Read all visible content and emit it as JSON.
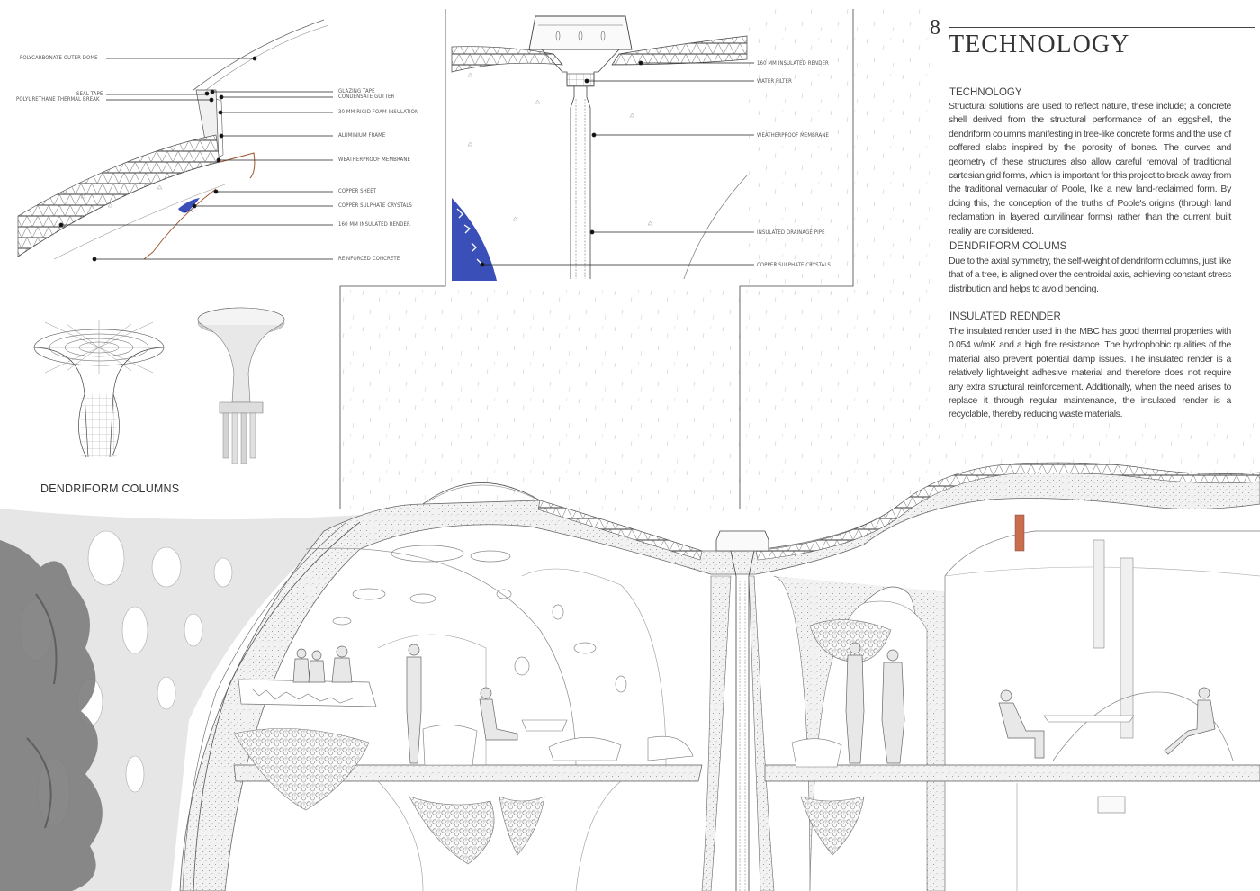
{
  "page": {
    "number": "8",
    "title": "TECHNOLOGY"
  },
  "sections": [
    {
      "heading": "TECHNOLOGY",
      "body": "Structural solutions are used to reflect nature, these include; a concrete shell derived from the structural performance of an eggshell, the dendriform columns manifesting in tree-like concrete forms and the use of coffered slabs inspired by the porosity of bones. The curves and geometry of these structures also allow careful removal of traditional cartesian grid forms, which is important for this project to break away from the traditional vernacular of Poole, like a new land-reclaimed form. By doing this, the conception of the truths of Poole's origins (through land reclamation in layered curvilinear forms) rather than the current built reality are considered."
    },
    {
      "heading": "DENDRIFORM COLUMS",
      "body": "Due to the axial symmetry, the self-weight of dendriform columns, just like that of a tree, is aligned over the centroidal axis, achieving constant stress distribution and helps to avoid bending."
    },
    {
      "heading": "INSULATED REDNDER",
      "body": "The insulated render used in the MBC has good thermal properties with 0.054 w/mK and a high fire resistance. The hydrophobic qualities of the material also prevent potential damp issues. The insulated render is a relatively lightweight adhesive material and therefore does not require any extra structural reinforcement. Additionally, when the need arises to replace it through regular maintenance, the insulated render is a recyclable, thereby reducing waste materials."
    }
  ],
  "dome_detail": {
    "labels": {
      "polycarbonate": "POLYCARBONATE OUTER DOME",
      "seal_tape": "SEAL TAPE",
      "thermal_break": "POLYURETHANE THERMAL BREAK",
      "glazing_tape": "GLAZING TAPE",
      "gutter": "CONDENSATE GUTTER",
      "foam": "30 MM RIGID FOAM INSULATION",
      "aluminium": "ALUMINIUM FRAME",
      "membrane": "WEATHERPROOF MEMBRANE",
      "copper": "COPPER SHEET",
      "crystals": "COPPER SULPHATE CRYSTALS",
      "render": "160  MM INSULATED RENDER",
      "concrete": "REINFORCED CONCRETE"
    }
  },
  "column_detail": {
    "labels": {
      "render": "160 MM INSULATED RENDER",
      "filter": "WATER FILTER",
      "membrane": "WEATHERPROOF MEMBRANE",
      "drainage": "INSULATED DRAINAGE PIPE",
      "crystals": "COPPER SULPHATE CRYSTALS"
    }
  },
  "dendriform": {
    "caption": "DENDRIFORM COLUMNS"
  },
  "colors": {
    "ink": "#333333",
    "line": "#555555",
    "concrete": "#e4e4e4",
    "foliage": "#777777",
    "crystal": "#3a4fb8"
  }
}
